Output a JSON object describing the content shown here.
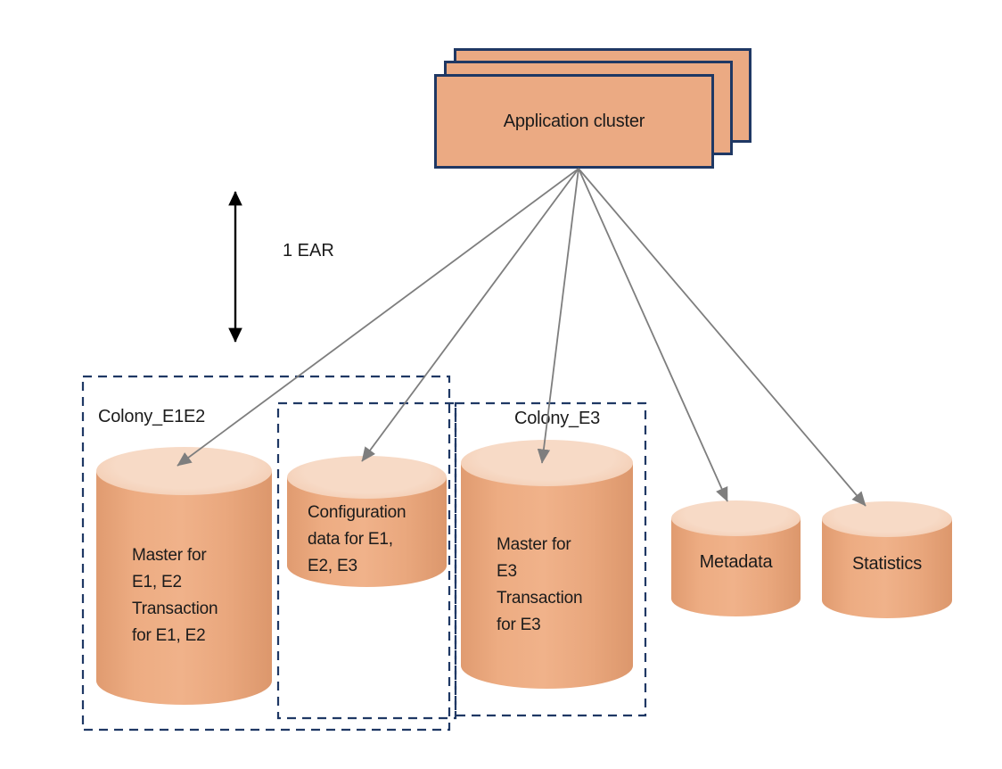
{
  "app_cluster": {
    "label": "Application cluster",
    "stack_count": 3
  },
  "annotations": {
    "ear_label": "1 EAR"
  },
  "groups": [
    {
      "id": "colony_e1e2",
      "label": "Colony_E1E2"
    },
    {
      "id": "colony_e3",
      "label": "Colony_E3"
    }
  ],
  "databases": [
    {
      "id": "master_e1e2",
      "label": "Master for\nE1, E2\nTransaction\nfor E1, E2"
    },
    {
      "id": "config_data",
      "label": "Configuration\ndata for E1,\nE2, E3"
    },
    {
      "id": "master_e3",
      "label": "Master for\nE3\nTransaction\nfor E3"
    },
    {
      "id": "metadata",
      "label": "Metadata"
    },
    {
      "id": "statistics",
      "label": "Statistics"
    }
  ],
  "connectors": [
    {
      "from": "app_cluster",
      "to": "master_e1e2"
    },
    {
      "from": "app_cluster",
      "to": "config_data"
    },
    {
      "from": "app_cluster",
      "to": "master_e3"
    },
    {
      "from": "app_cluster",
      "to": "metadata"
    },
    {
      "from": "app_cluster",
      "to": "statistics"
    }
  ],
  "colors": {
    "shape_fill": "#EBAA83",
    "shape_border": "#1F3864",
    "cylinder_body": "#EAA87E",
    "cylinder_top": "#F4D2BB",
    "dashed_box": "#1F3864",
    "connector_arrow": "#7E7E7E",
    "ear_arrow": "#000000",
    "text": "#1B1B1B",
    "background": "#FFFFFF"
  }
}
